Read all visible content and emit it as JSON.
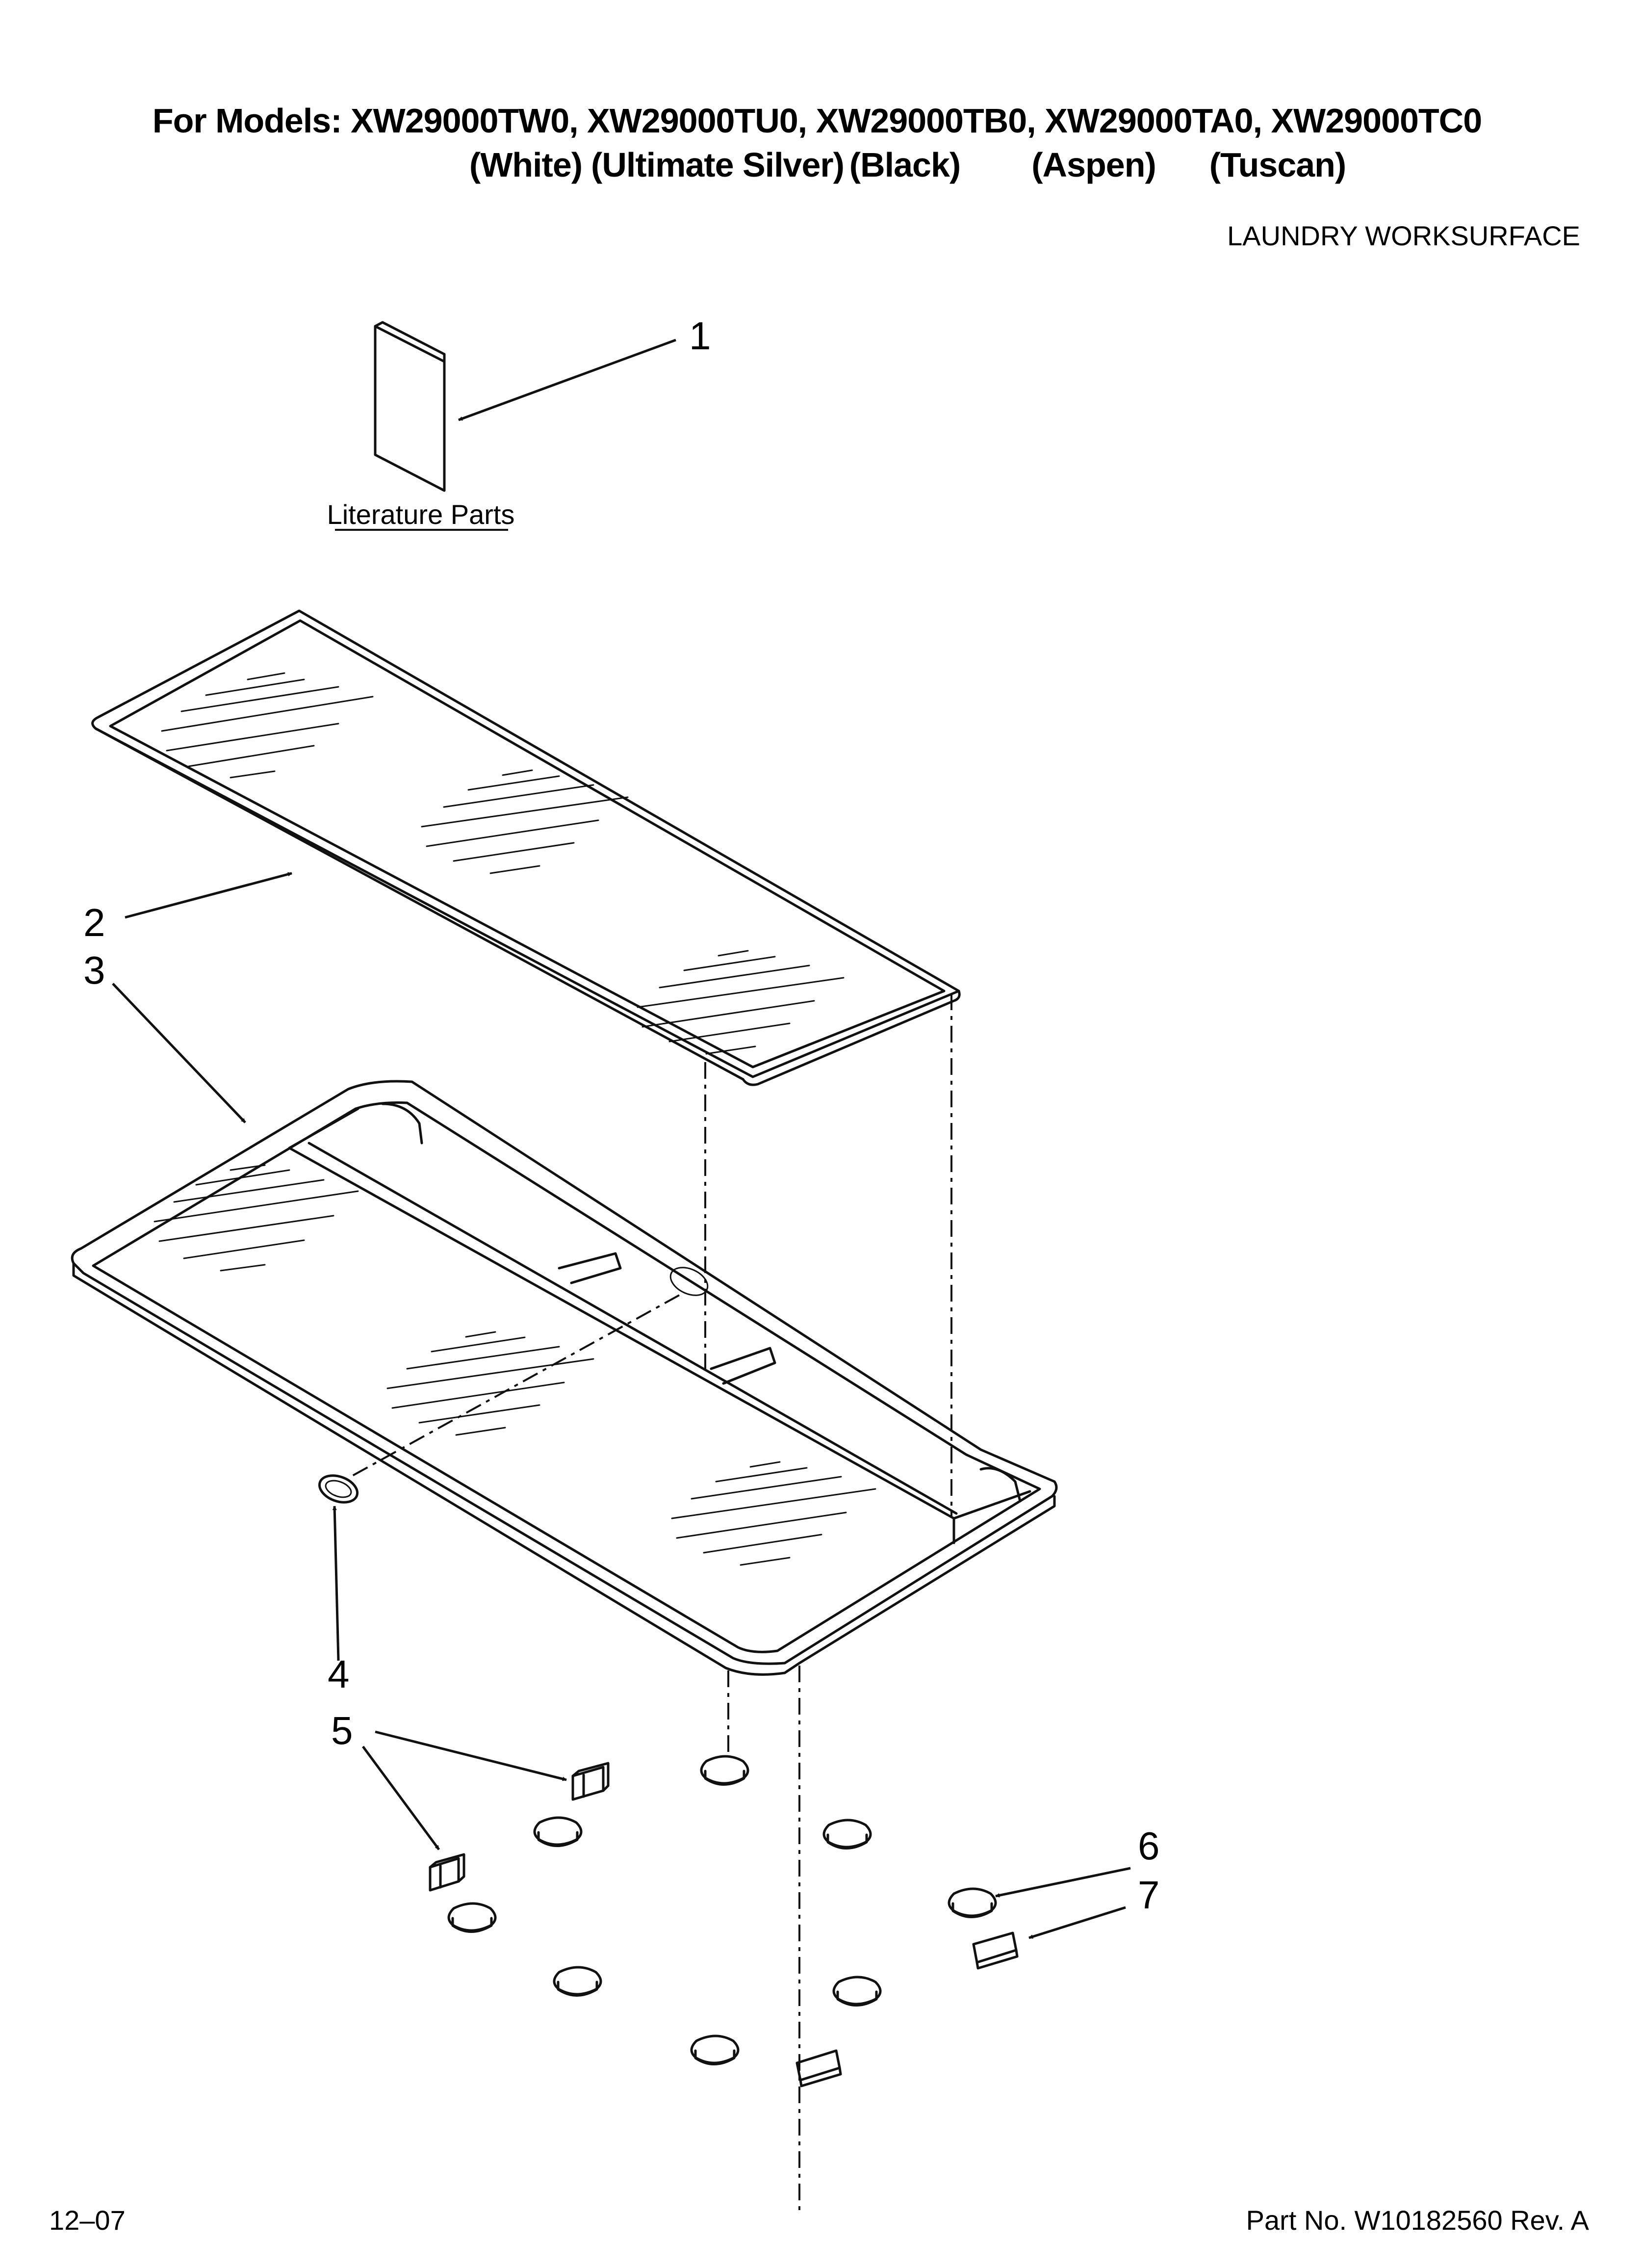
{
  "header": {
    "models_line": "For Models: XW29000TW0, XW29000TU0, XW29000TB0, XW29000TA0, XW29000TC0",
    "colors": [
      "(White)",
      "(Ultimate Silver)",
      "(Black)",
      "(Aspen)",
      "(Tuscan)"
    ],
    "section_title": "LAUNDRY WORKSURFACE"
  },
  "literature_label": "Literature Parts",
  "callouts": [
    "1",
    "2",
    "3",
    "4",
    "5",
    "6",
    "7"
  ],
  "footer": {
    "date": "12–07",
    "part_number": "Part No. W10182560 Rev. A"
  }
}
